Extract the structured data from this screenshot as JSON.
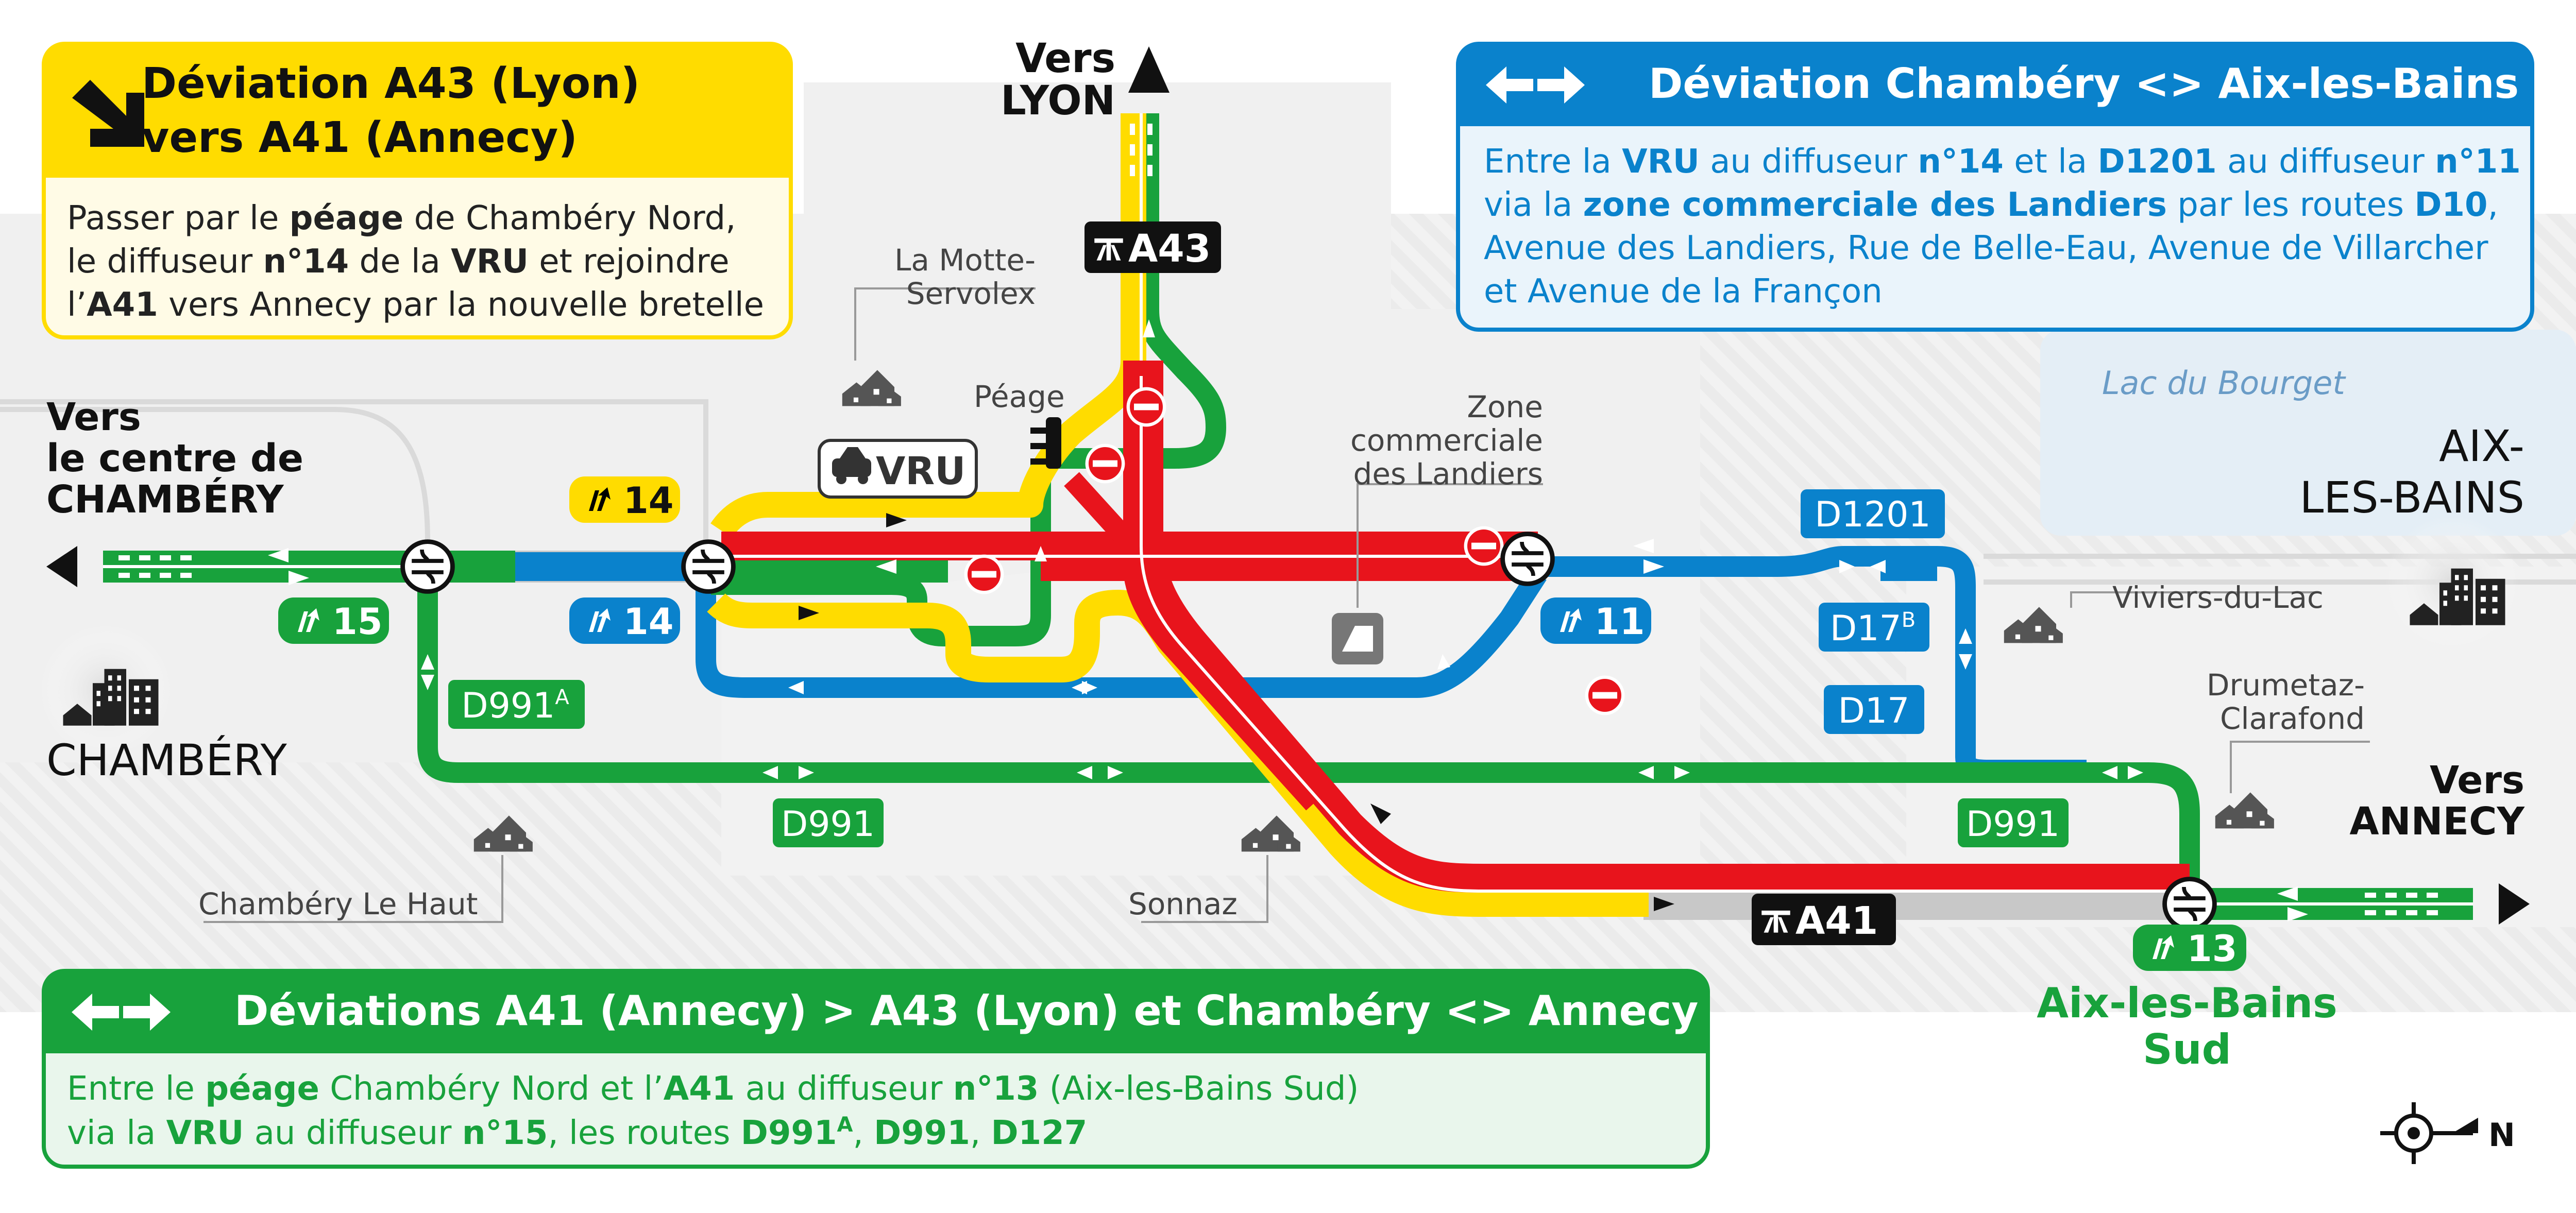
{
  "colors": {
    "green": "#18a23c",
    "blue": "#0a82cc",
    "yellow": "#ffdc00",
    "red": "#e8141c",
    "grey": "#c8c8c8",
    "black": "#111111",
    "white": "#ffffff",
    "bg_grey": "#f0f0f0",
    "lake": "#e4eef6",
    "yellow_light": "#fffbe6",
    "blue_light": "#eaf4fb",
    "green_light": "#e9f6ec"
  },
  "panels": {
    "yellow": {
      "title_line1": "Déviation A43 (Lyon)",
      "title_line2": "vers A41 (Annecy)",
      "icon": "arrow-down-right-icon",
      "body": [
        [
          {
            "t": "Passer par le "
          },
          {
            "t": "péage",
            "b": true
          },
          {
            "t": " de Chambéry Nord,"
          }
        ],
        [
          {
            "t": "le diffuseur "
          },
          {
            "t": "n°14",
            "b": true
          },
          {
            "t": " de la "
          },
          {
            "t": "VRU",
            "b": true
          },
          {
            "t": " et rejoindre"
          }
        ],
        [
          {
            "t": "l’"
          },
          {
            "t": "A41",
            "b": true
          },
          {
            "t": " vers Annecy par la nouvelle bretelle"
          }
        ]
      ]
    },
    "blue": {
      "title": "Déviation Chambéry <> Aix-les-Bains",
      "icon": "double-arrow-icon",
      "body": [
        [
          {
            "t": "Entre la "
          },
          {
            "t": "VRU",
            "b": true
          },
          {
            "t": " au diffuseur "
          },
          {
            "t": "n°14",
            "b": true
          },
          {
            "t": " et la "
          },
          {
            "t": "D1201",
            "b": true
          },
          {
            "t": " au diffuseur "
          },
          {
            "t": "n°11",
            "b": true
          }
        ],
        [
          {
            "t": "via la "
          },
          {
            "t": "zone commerciale des Landiers",
            "b": true
          },
          {
            "t": " par les routes "
          },
          {
            "t": "D10",
            "b": true
          },
          {
            "t": ","
          }
        ],
        [
          {
            "t": "Avenue des Landiers, Rue de Belle-Eau, Avenue de Villarcher"
          }
        ],
        [
          {
            "t": "et Avenue de la Françon"
          }
        ]
      ]
    },
    "green": {
      "title": "Déviations A41 (Annecy) > A43 (Lyon) et Chambéry <> Annecy",
      "icon": "double-arrow-icon",
      "body": [
        [
          {
            "t": "Entre le "
          },
          {
            "t": "péage",
            "b": true
          },
          {
            "t": " Chambéry Nord et l’"
          },
          {
            "t": "A41",
            "b": true
          },
          {
            "t": " au diffuseur "
          },
          {
            "t": "n°13",
            "b": true
          },
          {
            "t": " (Aix-les-Bains Sud)"
          }
        ],
        [
          {
            "t": "via la "
          },
          {
            "t": "VRU",
            "b": true
          },
          {
            "t": " au diffuseur "
          },
          {
            "t": "n°15",
            "b": true
          },
          {
            "t": ", les routes "
          },
          {
            "t": "D991",
            "b": true
          },
          {
            "t": "A",
            "b": true,
            "sup": true
          },
          {
            "t": ", "
          },
          {
            "t": "D991",
            "b": true
          },
          {
            "t": ", "
          },
          {
            "t": "D127",
            "b": true
          }
        ]
      ]
    }
  },
  "destinations": {
    "lyon": {
      "line1": "Vers",
      "line2": "LYON"
    },
    "chambery_centre": {
      "line1": "Vers",
      "line2": "le centre de",
      "line3": "CHAMBÉRY"
    },
    "annecy": {
      "line1": "Vers",
      "line2": "ANNECY"
    },
    "aix": {
      "line1": "AIX-",
      "line2": "LES-BAINS"
    },
    "chambery": "CHAMBÉRY",
    "aix_sud": {
      "line1": "Aix-les-Bains",
      "line2": "Sud"
    }
  },
  "places": {
    "motte": {
      "line1": "La Motte-",
      "line2": "Servolex"
    },
    "peage": "Péage",
    "zone": {
      "line1": "Zone",
      "line2": "commerciale",
      "line3": "des Landiers"
    },
    "lac": "Lac du Bourget",
    "viviers": "Viviers-du-Lac",
    "drumetaz": {
      "line1": "Drumetaz-",
      "line2": "Clarafond"
    },
    "chambery_haut": "Chambéry Le Haut",
    "sonnaz": "Sonnaz"
  },
  "roads": {
    "a43": "A43",
    "a41": "A41",
    "vru": "VRU",
    "d1201": "D1201",
    "d17b": "D17",
    "d17b_sup": "B",
    "d17": "D17",
    "d991a": "D991",
    "d991a_sup": "A",
    "d991_left": "D991",
    "d991_right": "D991"
  },
  "exits": {
    "e14_yellow": "14",
    "e14_blue": "14",
    "e15": "15",
    "e11": "11",
    "e13": "13"
  },
  "icons": {
    "motorway": "motorway-icon",
    "exit": "exit-ramp-icon",
    "car": "car-icon",
    "interchange": "interchange-icon",
    "no_entry": "no-entry-icon",
    "toll": "toll-gate-icon",
    "town": "town-icon",
    "city": "city-icon",
    "shop": "shopping-icon",
    "north": "north-arrow-icon"
  },
  "compass": "N"
}
